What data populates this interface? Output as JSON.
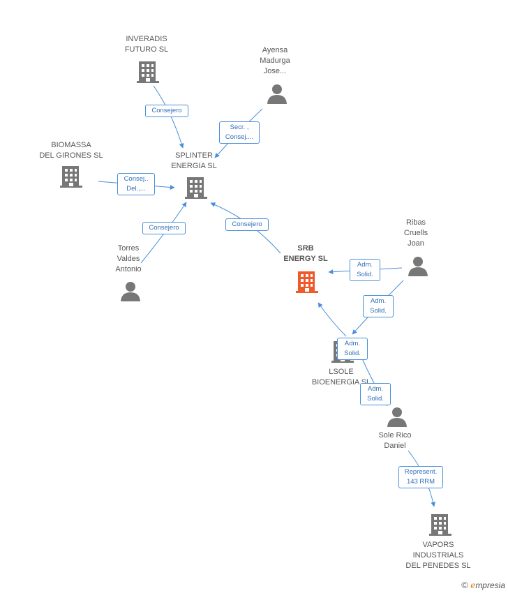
{
  "nodes": {
    "inveradis": {
      "label": "INVERADIS\nFUTURO SL",
      "kind": "company"
    },
    "ayensa": {
      "label": "Ayensa\nMadurga\nJose...",
      "kind": "person"
    },
    "biomassa": {
      "label": "BIOMASSA\nDEL GIRONES SL",
      "kind": "company"
    },
    "splinter": {
      "label": "SPLINTER\nENERGIA SL",
      "kind": "company"
    },
    "torres": {
      "label": "Torres\nValdes\nAntonio",
      "kind": "person"
    },
    "srb": {
      "label": "SRB\nENERGY SL",
      "kind": "company-focus"
    },
    "ribas": {
      "label": "Ribas\nCruells\nJoan",
      "kind": "person"
    },
    "lsole": {
      "label": "LSOLE\nBIOENERGIA  SL",
      "kind": "company"
    },
    "sole": {
      "label": "Sole Rico\nDaniel",
      "kind": "person"
    },
    "vapors": {
      "label": "VAPORS\nINDUSTRIALS\nDEL PENEDES SL",
      "kind": "company"
    }
  },
  "edges": {
    "inveradis_splinter": "Consejero",
    "ayensa_splinter": "Secr. ,\nConsej....",
    "biomassa_splinter": "Consej..\nDel.,...",
    "torres_splinter": "Consejero",
    "srb_splinter": "Consejero",
    "ribas_srb": "Adm.\nSolid.",
    "ribas_lsole": "Adm.\nSolid.",
    "lsole_srb": "Adm.\nSolid.",
    "sole_lsole": "Adm.\nSolid.",
    "sole_vapors": "Represent.\n143 RRM"
  },
  "colors": {
    "company": "#777777",
    "company_focus": "#ee5a2a",
    "person": "#777777",
    "edge": "#4a8fd8",
    "edge_text": "#2f6fb8"
  },
  "footer": {
    "copyright": "©",
    "brand_first": "e",
    "brand_rest": "mpresia"
  }
}
